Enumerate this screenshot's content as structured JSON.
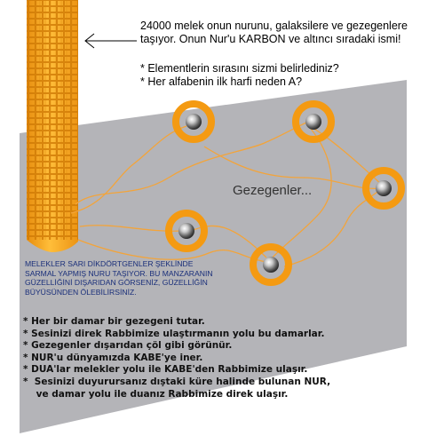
{
  "header": {
    "line1": "24000 melek onun nurunu, galaksilere ve gezegenlere",
    "line2": "taşıyor. Onun Nur'u  KARBON ve altıncı sıradaki ismi!"
  },
  "questions": [
    "* Elementlerin sırasını sizmi belirlediniz?",
    "* Her alfabenin ilk harfi neden A?"
  ],
  "planets_label": "Gezegenler...",
  "angels_text": {
    "line1": "MELEKLER SARI DİKDÖRTGENLER ŞEKLİNDE",
    "line2": "SARMAL YAPMIŞ NURU TAŞIYOR. BU MANZARANIN",
    "line3": "GÜZELLİĞİNİ DIŞARIDAN GÖRSENİZ, GÜZELLİĞİN",
    "line4": "BÜYÜSÜNDEN ÖLEBİLİRSİNİZ."
  },
  "bullets": [
    "* Her bir damar bir gezegeni tutar.",
    "* Sesinizi direk Rabbimize ulaştırmanın yolu bu damarlar.",
    "* Gezegenler dışarıdan çöl gibi görünür.",
    "* NUR'u dünyamızda KABE'ye iner.",
    "* DUA'lar melekler yolu ile KABE'den Rabbimize ulaşır.",
    "*  Sesinizi duyurursanız dıştaki küre halinde bulunan NUR,",
    "    ve damar yolu ile duanız Rabbimize direk ulaşır."
  ],
  "colors": {
    "panel": "#b4b4b8",
    "pillar": "#f5a31c",
    "ring": "#f49a12",
    "vein": "#f3a43a",
    "angels_text": "#1a2f7a"
  }
}
